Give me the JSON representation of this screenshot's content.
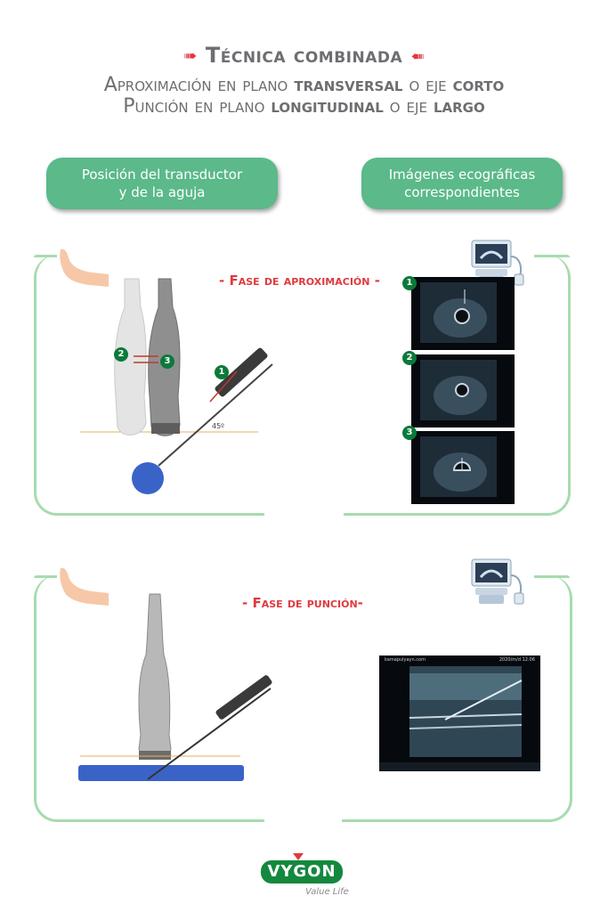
{
  "header": {
    "title": "Técnica combinada",
    "line1_a": "Aproximación en plano ",
    "line1_b": "transversal",
    "line1_c": " o eje ",
    "line1_d": "corto",
    "line2_a": "Punción en plano ",
    "line2_b": "longitudinal",
    "line2_c": " o eje ",
    "line2_d": "largo"
  },
  "pills": {
    "left_line1": "Posición del transductor",
    "left_line2": "y de la aguja",
    "right_line1": "Imágenes ecográficas",
    "right_line2": "correspondientes"
  },
  "approach": {
    "label": "- Fase de aproximación -",
    "angle": "45º",
    "markers": [
      "1",
      "2",
      "3"
    ],
    "images": [
      "1",
      "2",
      "3"
    ]
  },
  "puncture": {
    "label": "- Fase de punción-",
    "screen_header": "kamapulyayn.com",
    "screen_date": "2020/m/d  12:06"
  },
  "footer": {
    "brand": "VYGON",
    "tagline": "Value Life"
  },
  "colors": {
    "accent_red": "#e03a3e",
    "green": "#5bb98a",
    "frame_green": "#a7dcae",
    "vessel_blue": "#3a63c8"
  }
}
